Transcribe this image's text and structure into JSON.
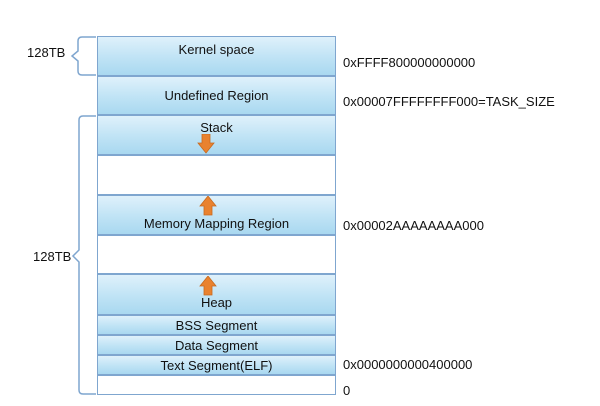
{
  "segments": {
    "kernel": "Kernel space",
    "undefined": "Undefined Region",
    "stack": "Stack",
    "mmap": "Memory Mapping Region",
    "heap": "Heap",
    "bss": "BSS Segment",
    "data": "Data Segment",
    "text": "Text Segment(ELF)"
  },
  "addresses": {
    "kernel_base": "0xFFFF800000000000",
    "task_size": "0x00007FFFFFFFF000=TASK_SIZE",
    "mmap_base": "0x00002AAAAAAAA000",
    "text_base": "0x0000000000400000",
    "zero": "0"
  },
  "sizes": {
    "kernel": "128TB",
    "user": "128TB"
  },
  "colors": {
    "segment_fill": "#bfe3f5",
    "segment_border": "#7fa6cf",
    "arrow": "#e9822f"
  },
  "icons": {
    "stack_arrow": "arrow-down-icon",
    "mmap_arrow": "arrow-up-icon",
    "heap_arrow": "arrow-up-icon"
  }
}
